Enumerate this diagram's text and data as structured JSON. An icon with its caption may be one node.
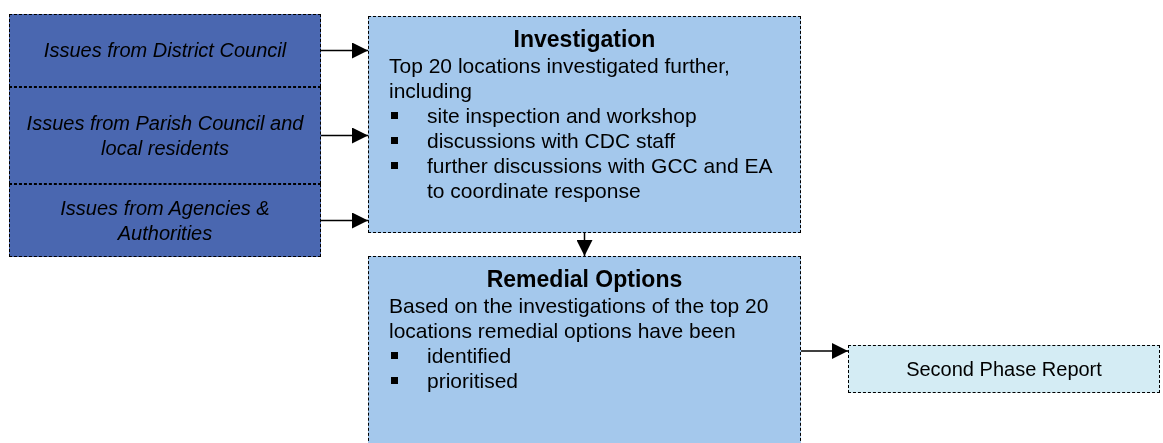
{
  "diagram": {
    "nodes": [
      {
        "text": [
          "Issues from District Council"
        ]
      },
      {
        "text": [
          "Issues from Parish Council and local residents"
        ]
      },
      {
        "text": [
          "Issues from Agencies & Authorities"
        ]
      },
      {
        "text": [
          "Investigation",
          "Top 20 locations investigated further, including",
          "site inspection and workshop",
          "discussions with CDC staff",
          "further discussions with GCC and EA to coordinate response"
        ]
      },
      {
        "text": [
          "Remedial Options",
          "Based on the investigations of the top 20 locations remedial options have been",
          "identified",
          "prioritised"
        ]
      },
      {
        "text": [
          "Second Phase Report"
        ]
      }
    ],
    "edges": [
      {
        "from": 0,
        "to": 3,
        "arrow": "to"
      },
      {
        "from": 1,
        "to": 3,
        "arrow": "to"
      },
      {
        "from": 2,
        "to": 3,
        "arrow": "to"
      },
      {
        "from": 3,
        "to": 4,
        "arrow": "to"
      },
      {
        "from": 4,
        "to": 5,
        "arrow": "to"
      }
    ]
  }
}
